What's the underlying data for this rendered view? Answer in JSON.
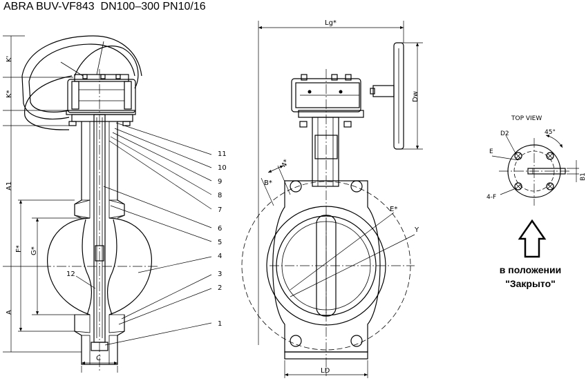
{
  "title": {
    "model": "ABRA BUV-VF843",
    "range": "DN100–300 PN10/16"
  },
  "caption": {
    "line1": "в положении",
    "line2": "\"Закрыто\""
  },
  "section_view": {
    "dim_labels": [
      "K'",
      "K*",
      "A1",
      "F*",
      "G*",
      "A",
      "C"
    ],
    "part_numbers": [
      "11",
      "10",
      "9",
      "8",
      "7",
      "6",
      "5",
      "4",
      "3",
      "2",
      "1",
      "12"
    ]
  },
  "front_view": {
    "dim_labels": [
      "Lg*",
      "Dw",
      "B*",
      "4*",
      "E*",
      "Y",
      "LD"
    ]
  },
  "top_view": {
    "title": "TOP VIEW",
    "labels": [
      "D2",
      "45°",
      "E",
      "B1",
      "4-F"
    ]
  },
  "icons": {
    "arrow": "up-arrow-outline-icon"
  }
}
